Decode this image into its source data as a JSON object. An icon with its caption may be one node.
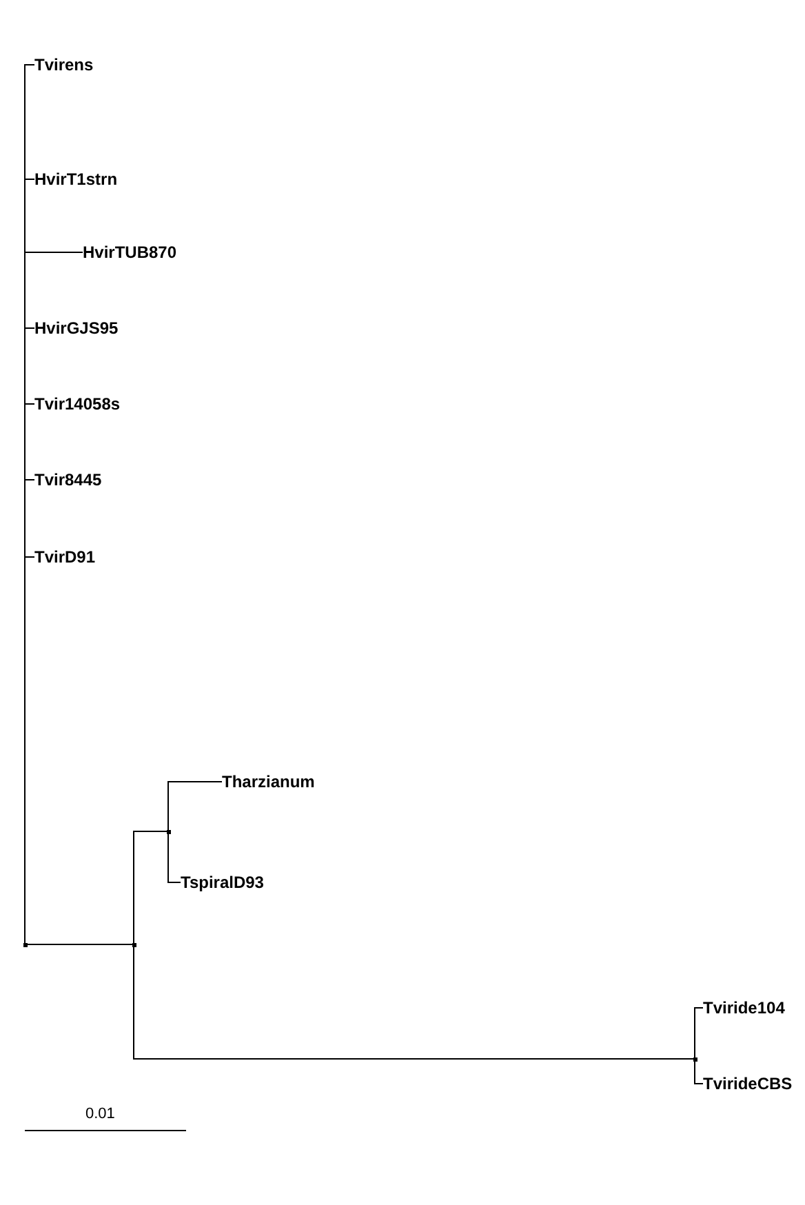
{
  "diagram": {
    "nodes": [
      {
        "text": [
          "Tvirens"
        ]
      },
      {
        "text": [
          "HvirT1strn"
        ]
      },
      {
        "text": [
          "HvirTUB870"
        ]
      },
      {
        "text": [
          "HvirGJS95"
        ]
      },
      {
        "text": [
          "Tvir14058s"
        ]
      },
      {
        "text": [
          "Tvir8445"
        ]
      },
      {
        "text": [
          "TvirD91"
        ]
      },
      {
        "text": [
          "Tharzianum"
        ]
      },
      {
        "text": [
          "TspiralD93"
        ]
      },
      {
        "text": [
          "Tviride104"
        ]
      },
      {
        "text": [
          "TvirideCBS"
        ]
      },
      {
        "text": [],
        "shape": "point"
      },
      {
        "text": [],
        "shape": "point"
      },
      {
        "text": [],
        "shape": "point"
      },
      {
        "text": [],
        "shape": "point"
      }
    ],
    "edges": [
      {
        "from": 11,
        "to": 0,
        "arrow": "none"
      },
      {
        "from": 11,
        "to": 1,
        "arrow": "none"
      },
      {
        "from": 11,
        "to": 2,
        "arrow": "none"
      },
      {
        "from": 11,
        "to": 3,
        "arrow": "none"
      },
      {
        "from": 11,
        "to": 4,
        "arrow": "none"
      },
      {
        "from": 11,
        "to": 5,
        "arrow": "none"
      },
      {
        "from": 11,
        "to": 6,
        "arrow": "none"
      },
      {
        "from": 11,
        "to": 12,
        "arrow": "none"
      },
      {
        "from": 12,
        "to": 13,
        "arrow": "none"
      },
      {
        "from": 13,
        "to": 7,
        "arrow": "none"
      },
      {
        "from": 13,
        "to": 8,
        "arrow": "none"
      },
      {
        "from": 12,
        "to": 14,
        "arrow": "none"
      },
      {
        "from": 14,
        "to": 9,
        "arrow": "none"
      },
      {
        "from": 14,
        "to": 10,
        "arrow": "none"
      }
    ],
    "labels": [
      "0.01"
    ]
  }
}
